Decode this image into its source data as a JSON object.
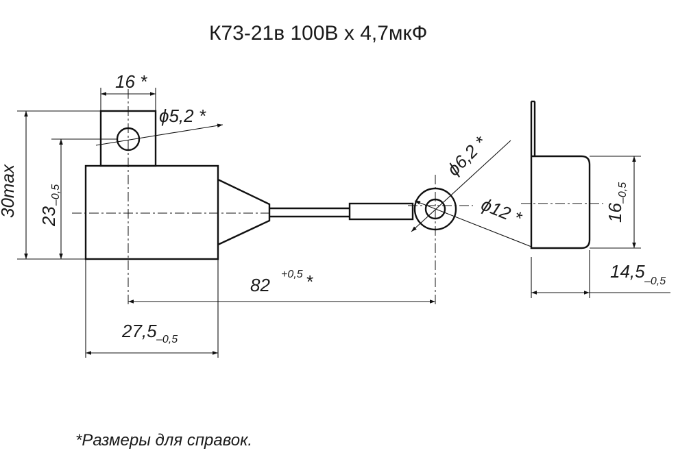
{
  "drawing": {
    "title": "К73-21в   100В x 4,7мкФ",
    "note": "*Размеры для справок.",
    "dimensions": {
      "mount_width": "16 *",
      "hole_diameter": "ϕ5,2 *",
      "total_height": "30max",
      "body_height_main": "23",
      "body_height_tol": "–0,5",
      "lead_length_main": "82",
      "lead_length_tol": "+0,5",
      "lead_length_star": "*",
      "body_length_main": "27,5",
      "body_length_tol": "–0,5",
      "ring_inner_diameter": "ϕ6,2 *",
      "ring_outer_diameter": "ϕ12 *",
      "side_height_main": "16",
      "side_height_tol": "–0,5",
      "side_depth_main": "14,5",
      "side_depth_tol": "–0,5"
    }
  }
}
